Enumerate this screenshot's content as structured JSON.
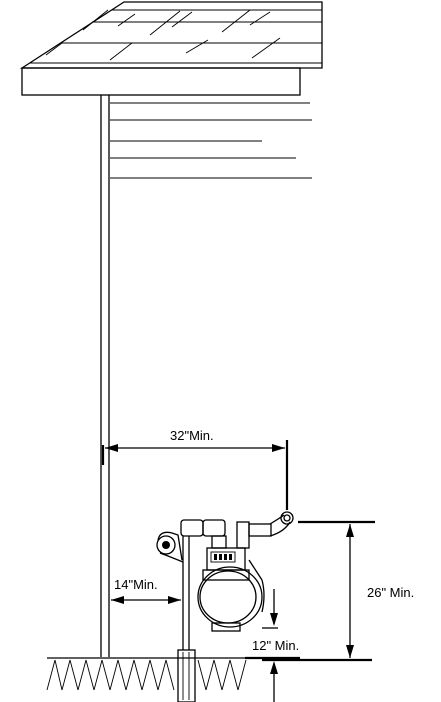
{
  "diagram": {
    "labels": {
      "width_32": "32\"Min.",
      "width_14": "14\"Min.",
      "height_26": "26\" Min.",
      "clearance_12": "12\"  Min."
    },
    "colors": {
      "line": "#000000",
      "background": "#ffffff"
    }
  }
}
